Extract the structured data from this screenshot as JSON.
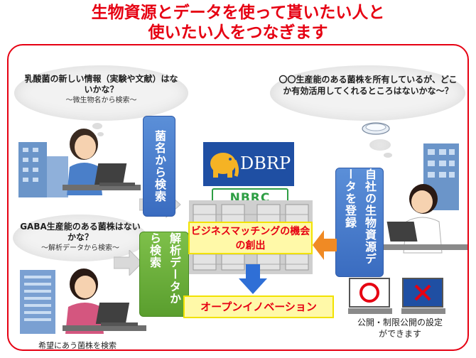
{
  "title": {
    "line1": "生物資源とデータを使って貰いたい人と",
    "line2": "使いたい人をつなぎます"
  },
  "bubbles": {
    "top_left_main": "乳酸菌の新しい情報（実験や文献）はないかな？",
    "top_left_sub": "～微生物名から検索～",
    "mid_left_main": "GABA生産能のある菌株はないかな？",
    "mid_left_sub": "～解析データから検索～",
    "right_main": "〇〇生産能のある菌株を所有しているが、どこか有効活用してくれるところはないかな～？"
  },
  "boxes": {
    "search_by_name": "菌名から検索",
    "search_by_analysis": "解析データから検索",
    "register": "自社の生物資源データを登録"
  },
  "logos": {
    "dbrp": "DBRP",
    "nbrc": "NBRC"
  },
  "center": {
    "matching": "ビジネスマッチングの機会の創出",
    "innovation": "オープンイノベーション"
  },
  "captions": {
    "bottom_left": "希望にあう菌株を検索",
    "bottom_right": "公開・制限公開の設定ができます"
  },
  "colors": {
    "accent_red": "#e60012",
    "blue": "#3a6cc0",
    "green": "#5a9e2e",
    "orange": "#f08a24",
    "yellow": "#fff200"
  }
}
